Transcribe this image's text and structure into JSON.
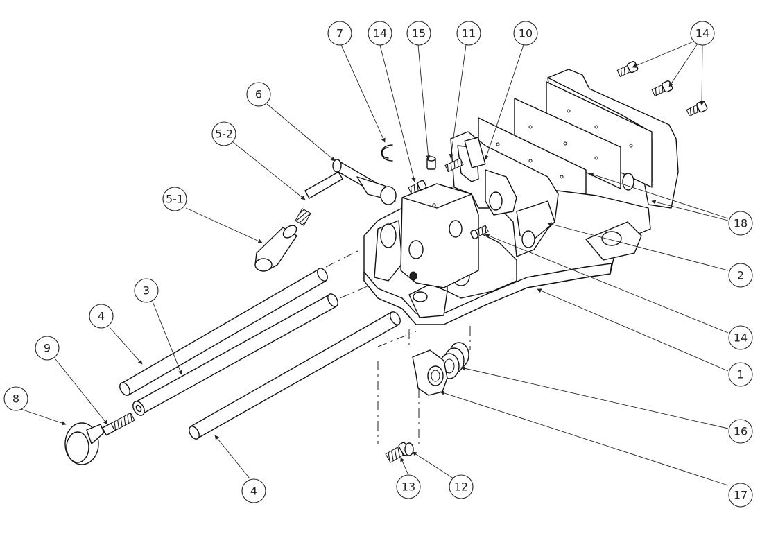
{
  "callouts": [
    {
      "id": "c7",
      "label": "7"
    },
    {
      "id": "c14a",
      "label": "14"
    },
    {
      "id": "c15",
      "label": "15"
    },
    {
      "id": "c11",
      "label": "11"
    },
    {
      "id": "c10",
      "label": "10"
    },
    {
      "id": "c14b",
      "label": "14"
    },
    {
      "id": "c6",
      "label": "6"
    },
    {
      "id": "c5-2",
      "label": "5-2"
    },
    {
      "id": "c5-1",
      "label": "5-1"
    },
    {
      "id": "c18",
      "label": "18"
    },
    {
      "id": "c2",
      "label": "2"
    },
    {
      "id": "c3",
      "label": "3"
    },
    {
      "id": "c4a",
      "label": "4"
    },
    {
      "id": "c9",
      "label": "9"
    },
    {
      "id": "c8",
      "label": "8"
    },
    {
      "id": "c14c",
      "label": "14"
    },
    {
      "id": "c1",
      "label": "1"
    },
    {
      "id": "c16",
      "label": "16"
    },
    {
      "id": "c4b",
      "label": "4"
    },
    {
      "id": "c13",
      "label": "13"
    },
    {
      "id": "c12",
      "label": "12"
    },
    {
      "id": "c17",
      "label": "17"
    }
  ]
}
